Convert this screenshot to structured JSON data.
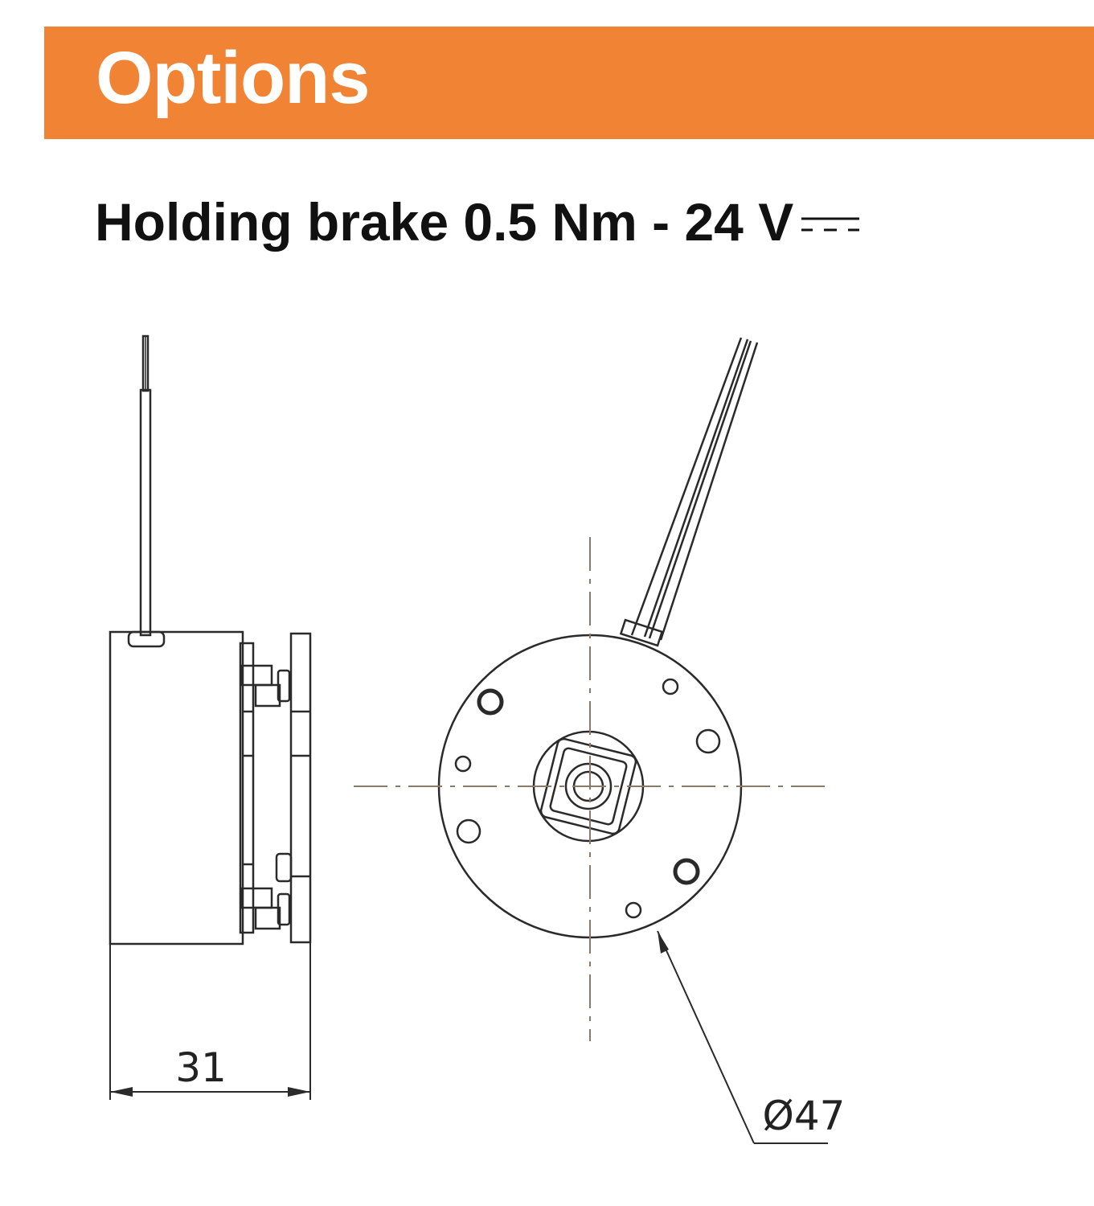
{
  "banner": {
    "title": "Options"
  },
  "subtitle": {
    "text": "Holding brake 0.5 Nm - 24 V"
  },
  "dimensions": {
    "length": "31",
    "diameter": "Ø47"
  },
  "colors": {
    "banner": "#f08434",
    "line": "#2a2a2a",
    "centerline": "#8a7a66"
  }
}
